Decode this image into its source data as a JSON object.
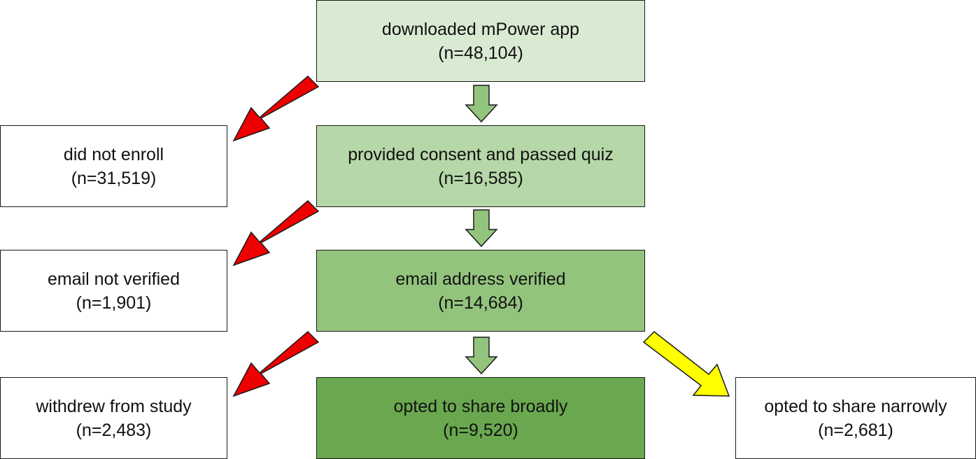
{
  "colors": {
    "box_stage1": "#d9ead3",
    "box_stage2": "#b6d7a8",
    "box_stage3": "#93c47d",
    "box_stage4": "#6aa84f",
    "box_side": "#ffffff",
    "border": "#1a1a1a",
    "arrow_main": "#93c47d",
    "arrow_exit": "#ee0000",
    "arrow_narrow": "#ffff00"
  },
  "main_flow": [
    {
      "label": "downloaded mPower app",
      "count": "(n=48,104)"
    },
    {
      "label": "provided consent and passed quiz",
      "count": "(n=16,585)"
    },
    {
      "label": "email address verified",
      "count": "(n=14,684)"
    },
    {
      "label": "opted to share broadly",
      "count": "(n=9,520)"
    }
  ],
  "exits": [
    {
      "label": "did not enroll",
      "count": "(n=31,519)"
    },
    {
      "label": "email not verified",
      "count": "(n=1,901)"
    },
    {
      "label": "withdrew from study",
      "count": "(n=2,483)"
    }
  ],
  "narrow": {
    "label": "opted to share narrowly",
    "count": "(n=2,681)"
  }
}
